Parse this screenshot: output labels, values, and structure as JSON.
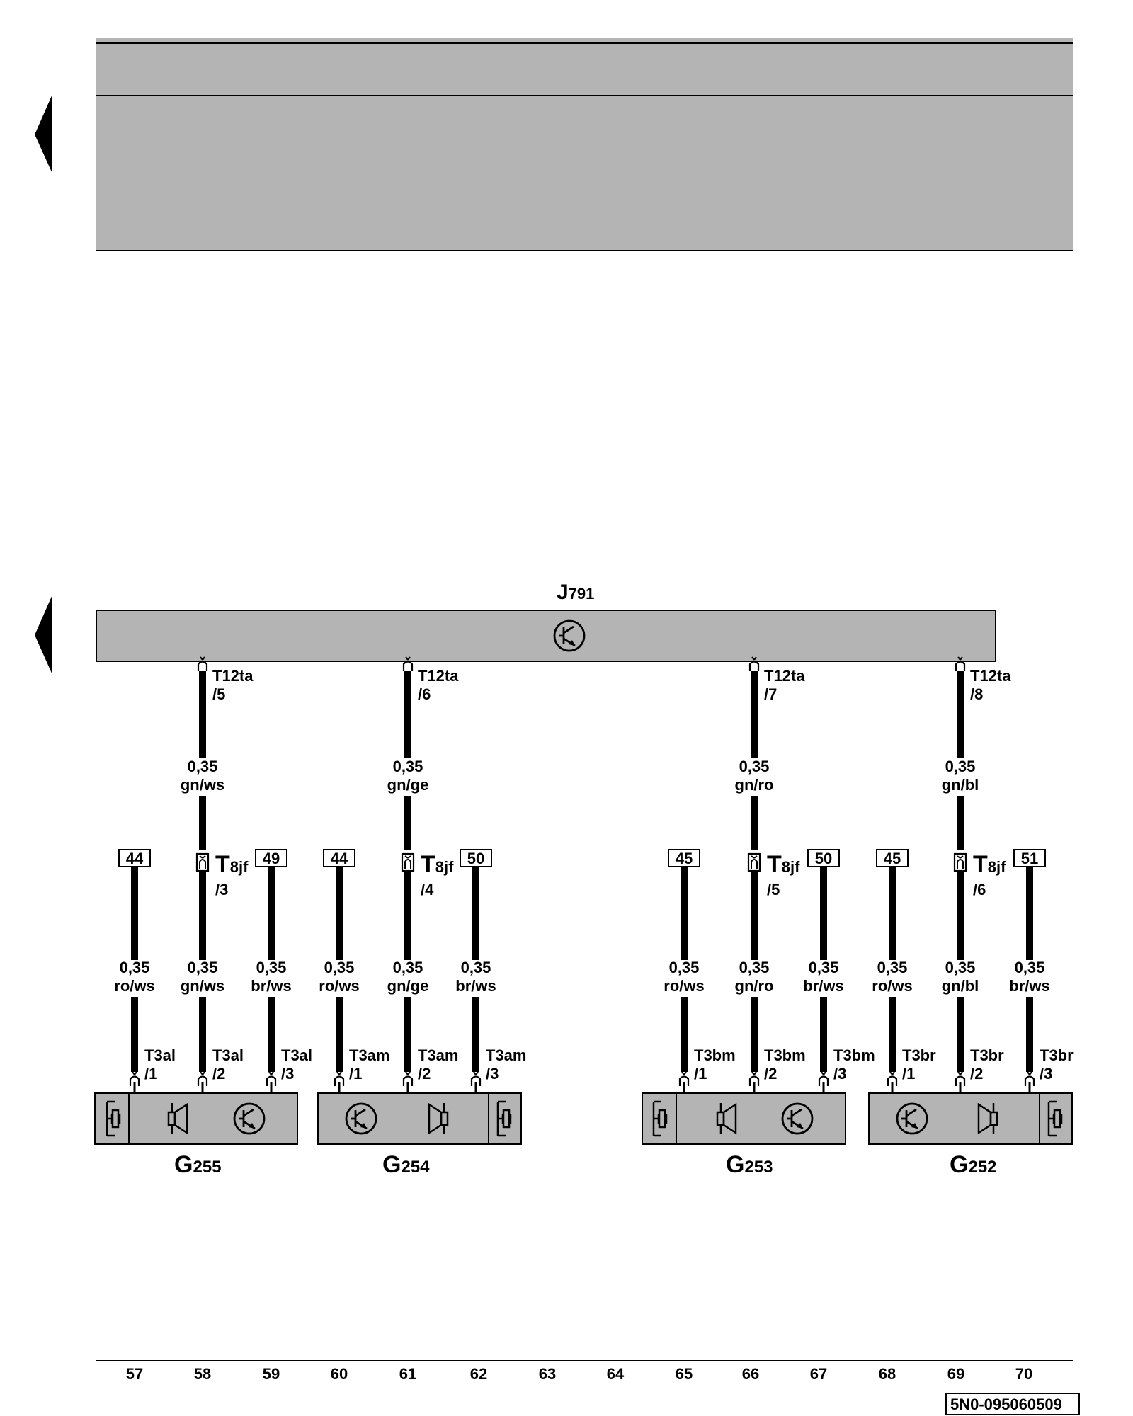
{
  "module": {
    "name": "J",
    "sub": "791"
  },
  "module_pins": [
    {
      "conn": "T12ta",
      "pin": "/5"
    },
    {
      "conn": "T12ta",
      "pin": "/6"
    },
    {
      "conn": "T12ta",
      "pin": "/7"
    },
    {
      "conn": "T12ta",
      "pin": "/8"
    }
  ],
  "upper_wires": [
    {
      "size": "0,35",
      "color": "gn/ws"
    },
    {
      "size": "0,35",
      "color": "gn/ge"
    },
    {
      "size": "0,35",
      "color": "gn/ro"
    },
    {
      "size": "0,35",
      "color": "gn/bl"
    }
  ],
  "splice": {
    "main": "T",
    "sub": "8jf",
    "pins": [
      "/3",
      "/4",
      "/5",
      "/6"
    ]
  },
  "ref_boxes": [
    "44",
    "49",
    "44",
    "50",
    "45",
    "50",
    "45",
    "51"
  ],
  "lower_wires": [
    {
      "size": "0,35",
      "color": "ro/ws"
    },
    {
      "size": "0,35",
      "color": "gn/ws"
    },
    {
      "size": "0,35",
      "color": "br/ws"
    },
    {
      "size": "0,35",
      "color": "ro/ws"
    },
    {
      "size": "0,35",
      "color": "gn/ge"
    },
    {
      "size": "0,35",
      "color": "br/ws"
    },
    {
      "size": "0,35",
      "color": "ro/ws"
    },
    {
      "size": "0,35",
      "color": "gn/ro"
    },
    {
      "size": "0,35",
      "color": "br/ws"
    },
    {
      "size": "0,35",
      "color": "ro/ws"
    },
    {
      "size": "0,35",
      "color": "gn/bl"
    },
    {
      "size": "0,35",
      "color": "br/ws"
    }
  ],
  "sensor_pins": [
    {
      "conn": "T3al",
      "pin": "/1"
    },
    {
      "conn": "T3al",
      "pin": "/2"
    },
    {
      "conn": "T3al",
      "pin": "/3"
    },
    {
      "conn": "T3am",
      "pin": "/1"
    },
    {
      "conn": "T3am",
      "pin": "/2"
    },
    {
      "conn": "T3am",
      "pin": "/3"
    },
    {
      "conn": "T3bm",
      "pin": "/1"
    },
    {
      "conn": "T3bm",
      "pin": "/2"
    },
    {
      "conn": "T3bm",
      "pin": "/3"
    },
    {
      "conn": "T3br",
      "pin": "/1"
    },
    {
      "conn": "T3br",
      "pin": "/2"
    },
    {
      "conn": "T3br",
      "pin": "/3"
    }
  ],
  "sensors": [
    {
      "name": "G",
      "sub": "255"
    },
    {
      "name": "G",
      "sub": "254"
    },
    {
      "name": "G",
      "sub": "253"
    },
    {
      "name": "G",
      "sub": "252"
    }
  ],
  "column_numbers": [
    "57",
    "58",
    "59",
    "60",
    "61",
    "62",
    "63",
    "64",
    "65",
    "66",
    "67",
    "68",
    "69",
    "70"
  ],
  "doc_number": "5N0-095060509",
  "colors": {
    "panel_fill": "#b4b4b4",
    "ink": "#000000",
    "background": "#ffffff"
  }
}
